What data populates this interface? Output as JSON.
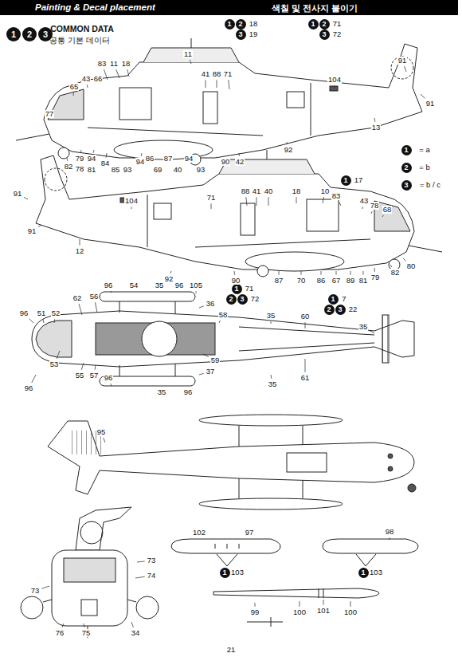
{
  "diagram": {
    "title": "Painting & Decal placement",
    "nodes": [
      {
        "text": [
          "1"
        ]
      },
      {
        "text": [
          "2"
        ]
      },
      {
        "text": [
          "3"
        ]
      },
      {
        "text": [
          "1"
        ]
      },
      {
        "text": [
          "2"
        ]
      },
      {
        "text": [
          "3"
        ]
      },
      {
        "text": [
          "1"
        ]
      },
      {
        "text": [
          "2"
        ]
      },
      {
        "text": [
          "3"
        ]
      },
      {
        "text": [
          "1"
        ]
      },
      {
        "text": [
          "2"
        ]
      },
      {
        "text": [
          "3"
        ]
      },
      {
        "text": [
          "1"
        ]
      },
      {
        "text": [
          "1"
        ]
      },
      {
        "text": [
          "2"
        ]
      },
      {
        "text": [
          "3"
        ]
      },
      {
        "text": [
          "1"
        ]
      },
      {
        "text": [
          "2"
        ]
      },
      {
        "text": [
          "3"
        ]
      },
      {
        "text": [
          "1"
        ]
      },
      {
        "text": [
          "1"
        ]
      }
    ],
    "labels": [
      "색칠 및 전사지 붙이기",
      "COMMON DATA",
      "공통 기본 데이터",
      "18",
      "19",
      "71",
      "72",
      "91",
      "91",
      "104",
      "13",
      "92",
      "83",
      "11",
      "18",
      "11",
      "65",
      "43",
      "66",
      "41",
      "88",
      "71",
      "77",
      "82",
      "79",
      "94",
      "78",
      "81",
      "84",
      "85",
      "93",
      "94",
      "86",
      "69",
      "87",
      "40",
      "94",
      "93",
      "90",
      "42",
      "= a",
      "= b",
      "= b / c",
      "91",
      "104",
      "91",
      "12",
      "71",
      "88",
      "41",
      "40",
      "18",
      "10",
      "83",
      "43",
      "78",
      "68",
      "17",
      "92",
      "90",
      "87",
      "70",
      "86",
      "67",
      "89",
      "81",
      "79",
      "82",
      "80",
      "71",
      "72",
      "96",
      "54",
      "35",
      "96",
      "105",
      "62",
      "56",
      "36",
      "58",
      "35",
      "60",
      "7",
      "22",
      "35",
      "96",
      "51",
      "52",
      "53",
      "55",
      "57",
      "96",
      "59",
      "37",
      "35",
      "96",
      "35",
      "61",
      "96",
      "95",
      "73",
      "73",
      "74",
      "76",
      "75",
      "34",
      "102",
      "97",
      "103",
      "98",
      "103",
      "99",
      "100",
      "101",
      "100",
      "21"
    ]
  }
}
